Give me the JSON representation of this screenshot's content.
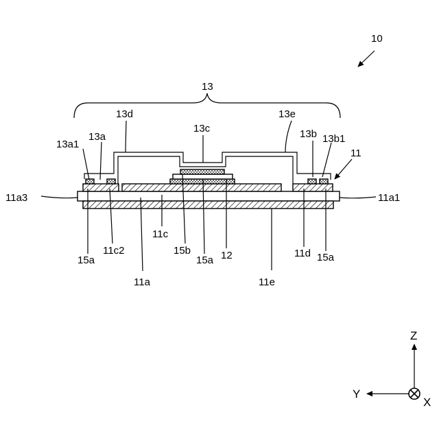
{
  "figure": {
    "ref_10": "10",
    "ref_11": "11",
    "ref_13": "13",
    "labels": {
      "l13a1": "13a1",
      "l13a": "13a",
      "l13d": "13d",
      "l13c": "13c",
      "l13e": "13e",
      "l13b": "13b",
      "l13b1": "13b1",
      "l11a3": "11a3",
      "l11a1": "11a1",
      "l15a_left": "15a",
      "l11c2": "11c2",
      "l11c": "11c",
      "l15b": "15b",
      "l15a_mid": "15a",
      "l12": "12",
      "l11d": "11d",
      "l15a_right": "15a",
      "l11a": "11a",
      "l11e": "11e"
    }
  },
  "axes": {
    "z_label": "Z",
    "y_label": "Y",
    "x_label": "X"
  }
}
